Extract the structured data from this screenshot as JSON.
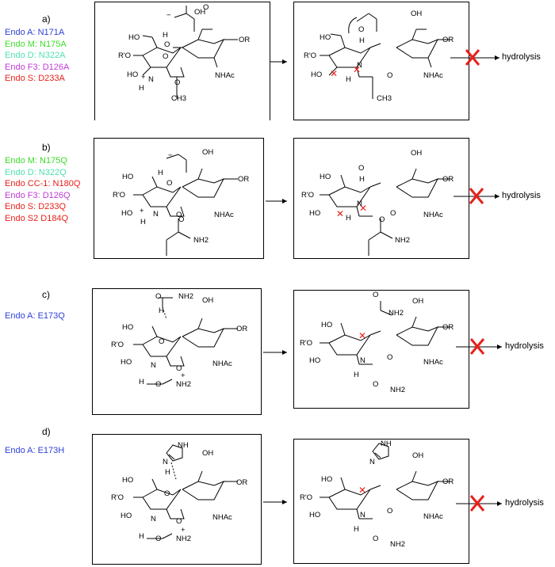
{
  "colors": {
    "endo_a": "#2f3fd8",
    "endo_m": "#3ddc2a",
    "endo_d": "#4fe0b0",
    "endo_f3": "#c03ad6",
    "endo_s": "#e8201a",
    "endo_cc1": "#e8201a",
    "endo_s2": "#e8201a",
    "block_x": "#e8201a",
    "arrow_mark": "#e8201a"
  },
  "panels": [
    {
      "label": "a)",
      "mutants": [
        {
          "text": "Endo A: N171A",
          "color": "endo_a"
        },
        {
          "text": "Endo M: N175A",
          "color": "endo_m"
        },
        {
          "text": "Endo D: N322A",
          "color": "endo_d"
        },
        {
          "text": "Endo F3: D126A",
          "color": "endo_f3"
        },
        {
          "text": "Endo S: D233A",
          "color": "endo_s"
        }
      ],
      "product": "hydrolysis"
    },
    {
      "label": "b)",
      "mutants": [
        {
          "text": "Endo M: N175Q",
          "color": "endo_m"
        },
        {
          "text": "Endo D: N322Q",
          "color": "endo_d"
        },
        {
          "text": "Endo CC-1: N180Q",
          "color": "endo_cc1"
        },
        {
          "text": "Endo F3: D126Q",
          "color": "endo_f3"
        },
        {
          "text": "Endo S: D233Q",
          "color": "endo_s"
        },
        {
          "text": "Endo S2 D184Q",
          "color": "endo_s2"
        }
      ],
      "product": "hydrolysis"
    },
    {
      "label": "c)",
      "mutants": [
        {
          "text": "Endo A: E173Q",
          "color": "endo_a"
        }
      ],
      "product": "hydrolysis"
    },
    {
      "label": "d)",
      "mutants": [
        {
          "text": "Endo A: E173H",
          "color": "endo_a"
        }
      ],
      "product": "hydrolysis"
    }
  ],
  "chem_labels": {
    "ho": "HO",
    "rprime_o": "R'O",
    "oh": "OH",
    "or": "OR",
    "nhac": "NHAc",
    "o": "O",
    "h": "H",
    "n": "N",
    "nh": "NH",
    "nh2": "NH2",
    "ch3": "CH3",
    "plus": "+",
    "minus": "−"
  }
}
